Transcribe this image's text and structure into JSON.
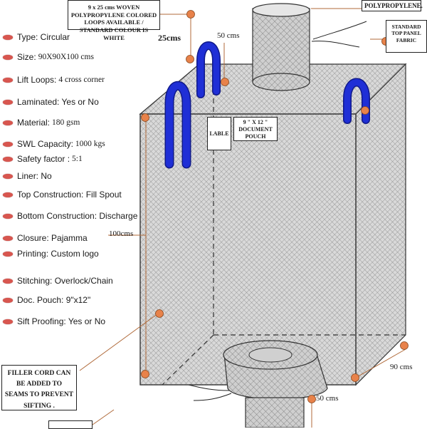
{
  "specs": [
    {
      "label": "Type: Circular",
      "value": "",
      "serif": false
    },
    {
      "label": "Size:",
      "value": "90X90X100 cms",
      "serif": true
    },
    {
      "label": "Lift Loops:",
      "value": "4 cross corner",
      "serif": true
    },
    {
      "label": "Laminated: Yes or No",
      "value": "",
      "serif": false
    },
    {
      "label": "Material:",
      "value": "180 gsm",
      "serif": true
    },
    {
      "label": "SWL Capacity:",
      "value": "1000 kgs",
      "serif": true
    },
    {
      "label": "Safety factor :",
      "value": "5:1",
      "serif": true
    },
    {
      "label": "Liner: No",
      "value": "",
      "serif": false
    },
    {
      "label": "Top Construction: Fill Spout",
      "value": "",
      "serif": false
    },
    {
      "label": "Bottom Construction: Discharge",
      "value": "",
      "serif": false
    },
    {
      "label": "Closure: Pajamma",
      "value": "",
      "serif": false
    },
    {
      "label": "Printing: Custom logo",
      "value": "",
      "serif": false
    },
    {
      "label": "Stitching: Overlock/Chain",
      "value": "",
      "serif": false
    },
    {
      "label": "Doc. Pouch: 9\"x12\"",
      "value": "",
      "serif": false
    },
    {
      "label": "Sift Proofing: Yes or No",
      "value": "",
      "serif": false
    }
  ],
  "callouts": {
    "loops": "9 x 25 cms WOVEN POLYPROPYLENE COLORED LOOPS AVAILABLE / STANDARD COLOUR IS WHITE",
    "top_material": "POLYPROPYLENE.",
    "top_panel": "STANDARD TOP PANEL FABRIC",
    "label_tag": "LABLE",
    "pouch": "9 \" X 12 \" DOCUMENT POUCH",
    "filler_cord": "FILLER CORD CAN BE ADDED TO SEAMS TO PREVENT SIFTING ."
  },
  "dimensions": {
    "loop_length": "25cms",
    "spout_top": "50 cms",
    "height": "100cms",
    "width": "90 cms",
    "spout_bottom": "50 cms"
  },
  "colors": {
    "loop": "#1f2fd6",
    "marker": "#e8824a",
    "bullet": "#d8564f"
  }
}
